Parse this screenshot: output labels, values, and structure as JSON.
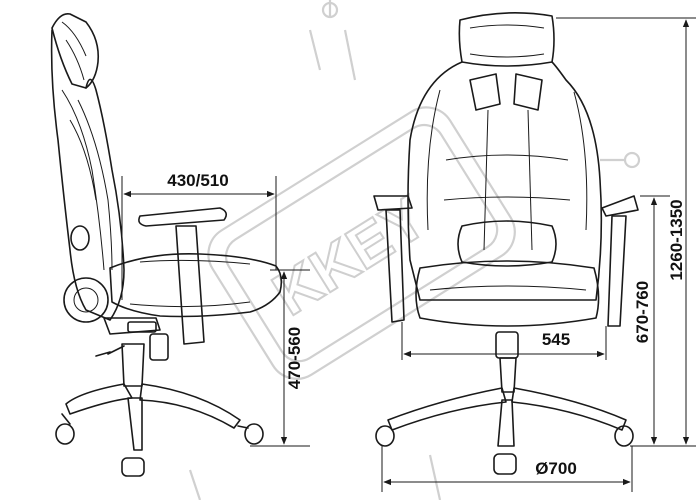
{
  "dimensions": {
    "seat_depth": "430/510",
    "seat_height": "470-560",
    "seat_width": "545",
    "armrest_height": "670-760",
    "total_height": "1260-1350",
    "base_diameter": "Ø700"
  },
  "watermark": {
    "text": "KKEY"
  },
  "colors": {
    "line": "#1a1a1a",
    "watermark": "#d0d0d0",
    "background": "#ffffff"
  }
}
